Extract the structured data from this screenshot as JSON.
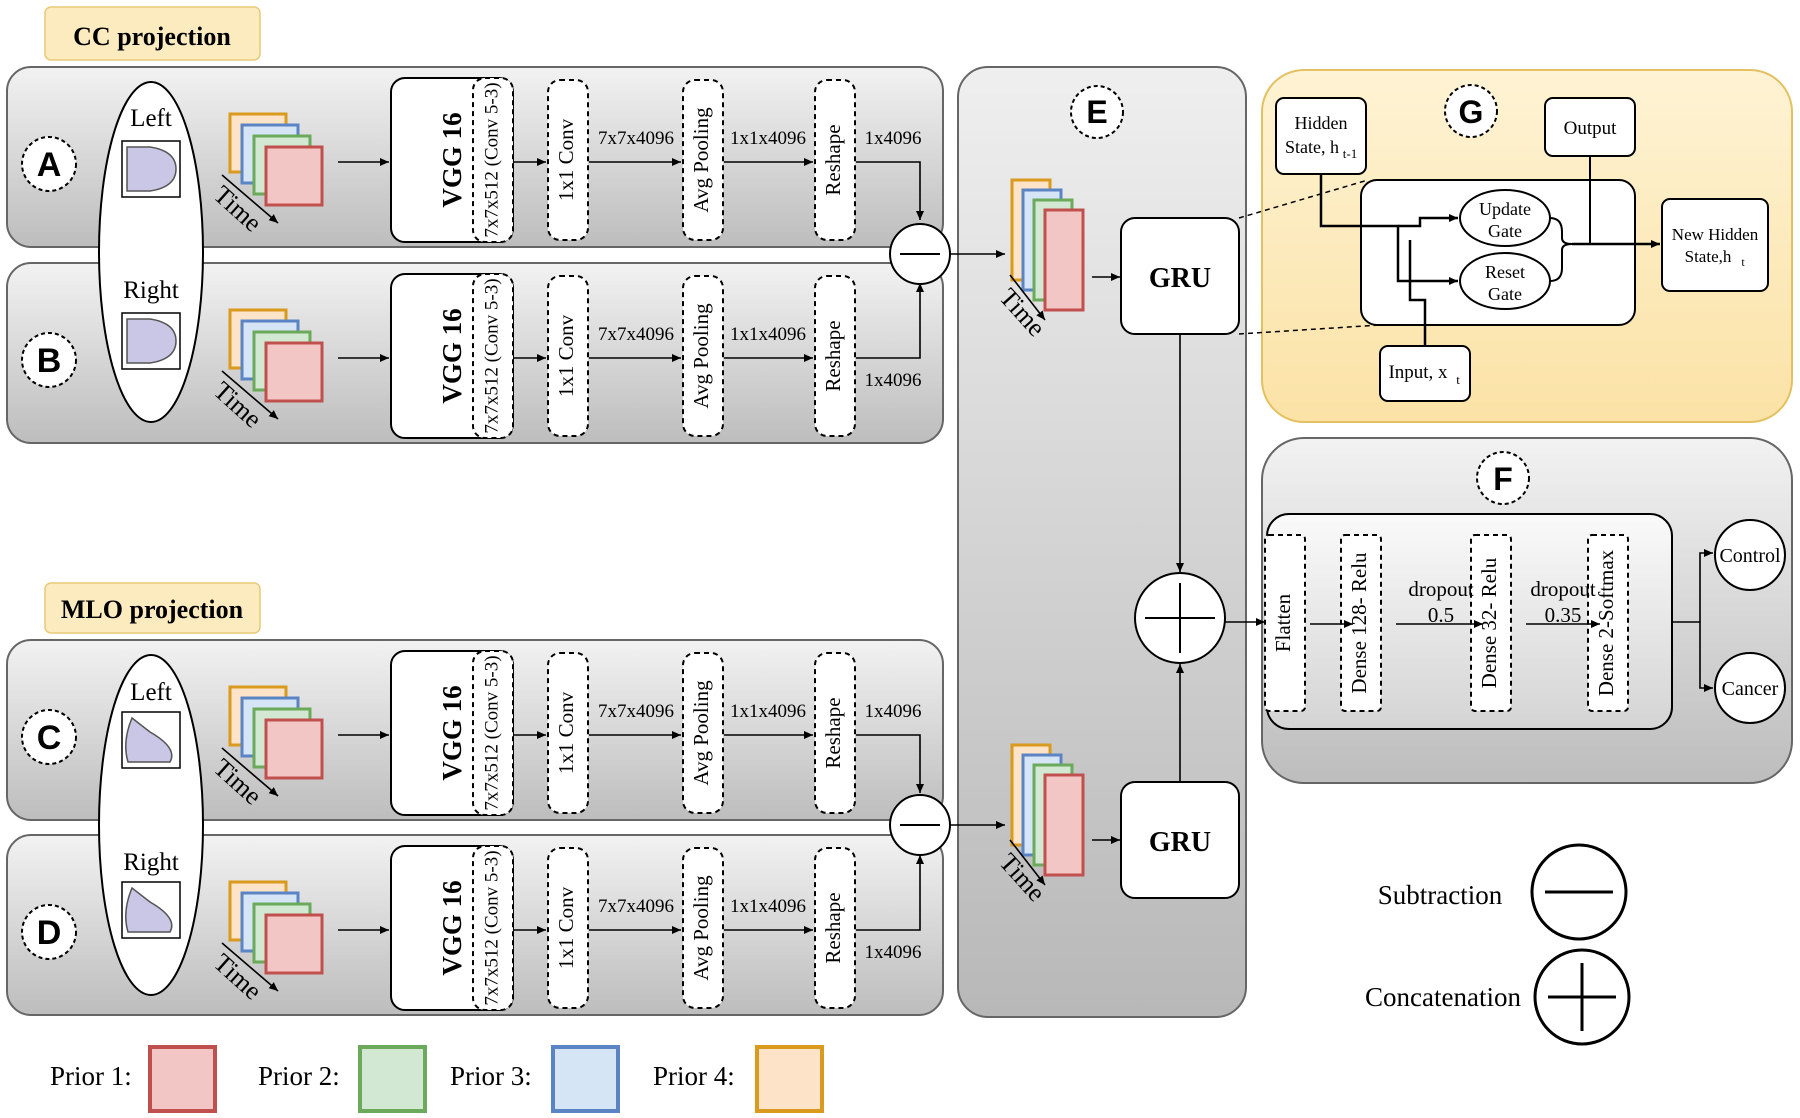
{
  "projections": {
    "cc": "CC projection",
    "mlo": "MLO projection"
  },
  "rows": [
    {
      "letter": "A",
      "side": "Left",
      "dim_out": "1x4096"
    },
    {
      "letter": "B",
      "side": "Right",
      "dim_out": "1x4096"
    },
    {
      "letter": "C",
      "side": "Left",
      "dim_out": "1x4096"
    },
    {
      "letter": "D",
      "side": "Right",
      "dim_out": "1x4096"
    }
  ],
  "time_label": "Time",
  "pipeline": {
    "vgg": "VGG 16",
    "conv53": "7x7x512 (Conv 5-3)",
    "conv1x1": "1x1 Conv",
    "dim1": "7x7x4096",
    "avgpool": "Avg Pooling",
    "dim2": "1x1x4096",
    "reshape": "Reshape"
  },
  "panel_e": {
    "letter": "E",
    "gru_top": "GRU",
    "gru_bottom": "GRU"
  },
  "panel_g": {
    "letter": "G",
    "hidden_state": [
      "Hidden",
      "State, h",
      "t-1"
    ],
    "output": "Output",
    "update_gate": [
      "Update",
      "Gate"
    ],
    "reset_gate": [
      "Reset",
      "Gate"
    ],
    "new_hidden": [
      "New Hidden",
      "State,h",
      "t"
    ],
    "input": [
      "Input, x",
      "t"
    ]
  },
  "panel_f": {
    "letter": "F",
    "flatten": "Flatten",
    "dense1": "Dense 128- Relu",
    "dropout1": [
      "dropout",
      "0.5"
    ],
    "dense2": "Dense 32- Relu",
    "dropout2": [
      "dropout",
      "0.35"
    ],
    "dense3": "Dense 2-Softmax",
    "out_control": "Control",
    "out_cancer": "Cancer"
  },
  "legend_ops": {
    "subtraction": "Subtraction",
    "concatenation": "Concatenation"
  },
  "legend_priors": [
    {
      "label": "Prior 1:",
      "fill": "#f3c6c6",
      "stroke": "#c0504d"
    },
    {
      "label": "Prior 2:",
      "fill": "#d2e8d2",
      "stroke": "#6aaa5a"
    },
    {
      "label": "Prior 3:",
      "fill": "#d6e5f6",
      "stroke": "#5b84c4"
    },
    {
      "label": "Prior 4:",
      "fill": "#fde3c7",
      "stroke": "#d99a1e"
    }
  ],
  "colors": {
    "panel_gray": "#d9d9d9",
    "panel_yellow": "#fdebc0",
    "breast_fill": "#c9c6e6"
  }
}
